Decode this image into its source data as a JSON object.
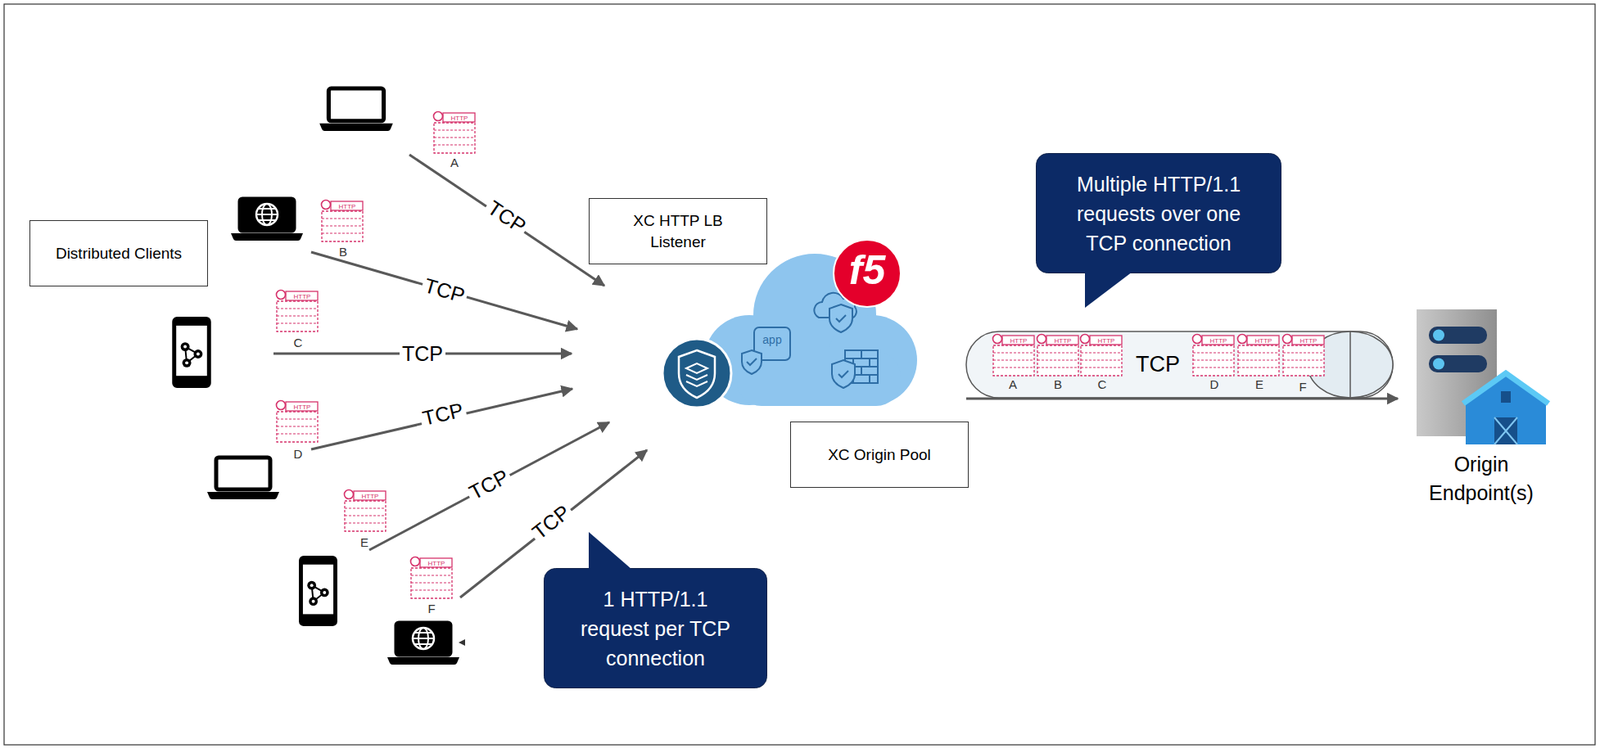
{
  "diagram": {
    "nodes": [
      {
        "text": [
          "Distributed Clients"
        ]
      },
      {
        "text": [
          "XC HTTP LB Listener"
        ]
      },
      {
        "text": [
          "Multiple HTTP/1.1 requests over one TCP connection"
        ]
      },
      {
        "text": [
          "XC Origin Pool"
        ]
      },
      {
        "text": [
          "1 HTTP/1.1 request per TCP connection"
        ]
      }
    ],
    "labels": [
      "HTTP",
      "A",
      "TCP",
      "HTTP",
      "B",
      "TCP",
      "HTTP",
      "C",
      "TCP",
      "HTTP",
      "D",
      "TCP",
      "HTTP",
      "E",
      "TCP",
      "HTTP",
      "F",
      "TCP",
      "f5",
      "app",
      "HTTP",
      "HTTP",
      "HTTP",
      "HTTP",
      "HTTP",
      "HTTP",
      "TCP",
      "A",
      "B",
      "C",
      "D",
      "E",
      "F",
      "Origin Endpoint(s)"
    ]
  }
}
